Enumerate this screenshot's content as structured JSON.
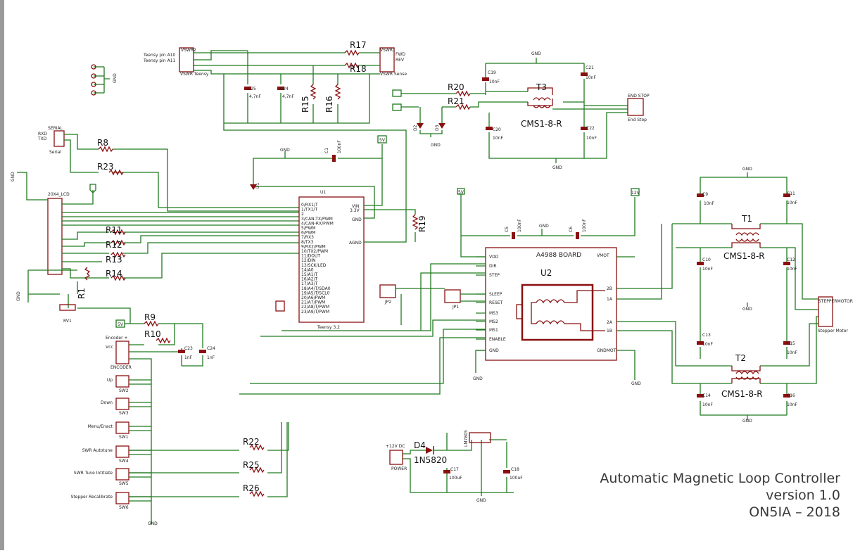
{
  "title_block": {
    "line1": "Automatic Magnetic Loop Controller",
    "line2": "version 1.0",
    "line3": "ON5IA – 2018"
  },
  "parts": {
    "teensy": "Teensy 3.2",
    "driver_title": "A4988 BOARD",
    "driver_ref": "U2",
    "t1": "T1",
    "t2": "T2",
    "t3": "T3",
    "cms1": "CMS1-8-R",
    "cms2": "CMS1-8-R",
    "cms3": "CMS1-8-R",
    "d4": "D4",
    "d4_val": "1N5820",
    "lcd": "20X4_LCD",
    "serial": "SERIAL",
    "vswr1": "VSWR1",
    "vswr2": "VSWR2",
    "end_stop": "END STOP",
    "stepper": "STEPPERMOTOR",
    "encoder": "ENCODER",
    "power": "POWER",
    "lm7805": "LM7805",
    "rv1": "RV1",
    "jp1": "JP1",
    "jp2": "JP2"
  },
  "resistors": [
    "R8",
    "R23",
    "R11",
    "R12",
    "R13",
    "R14",
    "R1",
    "R9",
    "R10",
    "R17",
    "R18",
    "R15",
    "R16",
    "R19",
    "R20",
    "R21",
    "R22",
    "R25",
    "R26"
  ],
  "capacitors": {
    "c25": "C25",
    "c24": "C24",
    "c1": "C1",
    "c5": "C5",
    "c6": "C6",
    "c9": "C9",
    "c10": "C10",
    "c11": "C11",
    "c12": "C12",
    "c13": "C13",
    "c14": "C14",
    "c15": "C15",
    "c16": "C16",
    "c17": "C17",
    "c18": "C18",
    "c19": "C19",
    "c20": "C20",
    "c21": "C21",
    "c22": "C22",
    "c23": "C23",
    "c_enc": "C24",
    "v_47nf": "4,7nF",
    "v_100nf": "100nF",
    "v_10nf": "10nF",
    "v_1nf": "1nF",
    "v_100uf": "100uF"
  },
  "switches": [
    {
      "ref": "SW2",
      "name": "Up"
    },
    {
      "ref": "SW3",
      "name": "Down"
    },
    {
      "ref": "SW1",
      "name": "Menu/Enact"
    },
    {
      "ref": "SW4",
      "name": "SWR Autotune"
    },
    {
      "ref": "SW5",
      "name": "SWR Tune Intitiate"
    },
    {
      "ref": "SW6",
      "name": "Stepper Recalibrate"
    }
  ],
  "net_labels": {
    "gnd": "GND",
    "v5": "5V",
    "v12": "+12V",
    "vcc": "Vcc",
    "twpin_a10": "Teensy pin A10",
    "twpin_a11": "Teensy pin A11",
    "fwd": "FWD",
    "rev": "REV",
    "vswr_teensy": "VSWR Teensy",
    "vswr_sense": "VSWR Sense",
    "rxd": "RXD",
    "txd": "TXD",
    "serial_sub": "Serial",
    "end_stop_sub": "End Stop",
    "stepper_sub": "Stepper Motor",
    "plus12dc": "+12V DC",
    "encoder_top": "Encoder +",
    "d1": "D1",
    "d2": "D2",
    "d3": "D3"
  },
  "driver_pins_left": [
    "VDD",
    "DIR",
    "STEP",
    "SLEEP",
    "RESET",
    "MS3",
    "MS2",
    "MS1",
    "ENABLE",
    "GND"
  ],
  "driver_pins_right": [
    "VMOT",
    "2B",
    "1A",
    "2A",
    "1B",
    "GNDMOT"
  ],
  "teensy_pins_left": [
    "0/RX1/T",
    "1/TX1/T",
    "2",
    "3/CAN-TX/PWM",
    "4/CAN-RX/PWM",
    "5/PWM",
    "6/PWM",
    "7/RX3",
    "8/TX3",
    "9/RX2/PWM",
    "10/TX2/PWM",
    "11/DOUT",
    "12/DIN",
    "13/SCK/LED",
    "14/A0",
    "15/A1/T",
    "16/A2/T",
    "17/A3/T",
    "18/A4/T/SDA0",
    "19/A5/T/SCL0",
    "20/A6/PWM",
    "21/A7/PWM",
    "22/A8/T/PWM",
    "23/A9/T/PWM"
  ],
  "teensy_pins_right": [
    "VIN",
    "3.3V",
    "GND",
    "AGND"
  ]
}
